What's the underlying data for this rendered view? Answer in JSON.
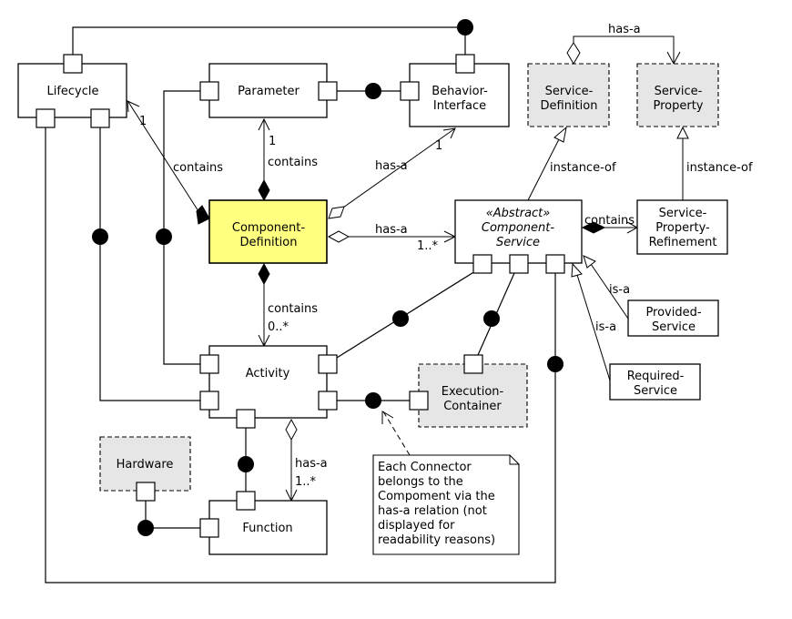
{
  "diagram": {
    "type": "uml-component-metamodel",
    "nodes": {
      "lifecycle": {
        "label": [
          "Lifecycle"
        ],
        "style": "plain"
      },
      "parameter": {
        "label": [
          "Parameter"
        ],
        "style": "plain"
      },
      "behavior_interface": {
        "label": [
          "Behavior-",
          "Interface"
        ],
        "style": "plain"
      },
      "service_definition": {
        "label": [
          "Service-",
          "Definition"
        ],
        "style": "external"
      },
      "service_property": {
        "label": [
          "Service-",
          "Property"
        ],
        "style": "external"
      },
      "component_definition": {
        "label": [
          "Component-",
          "Definition"
        ],
        "style": "highlighted"
      },
      "component_service": {
        "stereotype": "«Abstract»",
        "label": [
          "Component-",
          "Service"
        ],
        "style": "abstract"
      },
      "service_property_refinement": {
        "label": [
          "Service-",
          "Property-",
          "Refinement"
        ],
        "style": "plain"
      },
      "provided_service": {
        "label": [
          "Provided-",
          "Service"
        ],
        "style": "plain"
      },
      "required_service": {
        "label": [
          "Required-",
          "Service"
        ],
        "style": "plain"
      },
      "activity": {
        "label": [
          "Activity"
        ],
        "style": "plain"
      },
      "execution_container": {
        "label": [
          "Execution-",
          "Container"
        ],
        "style": "external"
      },
      "hardware": {
        "label": [
          "Hardware"
        ],
        "style": "external"
      },
      "function": {
        "label": [
          "Function"
        ],
        "style": "plain"
      }
    },
    "relations": {
      "sd_has_sp": {
        "label": "has-a",
        "from": "Service-Definition",
        "to": "Service-Property",
        "kind": "aggregation"
      },
      "cd_contains_lifecycle": {
        "label": "contains",
        "multiplicity": "1",
        "from": "Component-Definition",
        "to": "Lifecycle",
        "kind": "composition"
      },
      "cd_contains_parameter": {
        "label": "contains",
        "multiplicity": "1",
        "from": "Component-Definition",
        "to": "Parameter",
        "kind": "composition"
      },
      "cd_has_bi": {
        "label": "has-a",
        "multiplicity": "1",
        "from": "Component-Definition",
        "to": "Behavior-Interface",
        "kind": "aggregation"
      },
      "cd_has_cs": {
        "label": "has-a",
        "multiplicity": "1..*",
        "from": "Component-Definition",
        "to": "Component-Service",
        "kind": "aggregation"
      },
      "cs_instance_sd": {
        "label": "instance-of",
        "from": "Component-Service",
        "to": "Service-Definition",
        "kind": "generalization"
      },
      "spr_instance_sp": {
        "label": "instance-of",
        "from": "Service-Property-Refinement",
        "to": "Service-Property",
        "kind": "generalization"
      },
      "cs_contains_spr": {
        "label": "contains",
        "from": "Component-Service",
        "to": "Service-Property-Refinement",
        "kind": "composition"
      },
      "ps_isa_cs": {
        "label": "is-a",
        "from": "Provided-Service",
        "to": "Component-Service",
        "kind": "generalization"
      },
      "rs_isa_cs": {
        "label": "is-a",
        "from": "Required-Service",
        "to": "Component-Service",
        "kind": "generalization"
      },
      "cd_contains_activity": {
        "label": "contains",
        "multiplicity": "0..*",
        "from": "Component-Definition",
        "to": "Activity",
        "kind": "composition"
      },
      "activity_has_function": {
        "label": "has-a",
        "multiplicity": "1..*",
        "from": "Activity",
        "to": "Function",
        "kind": "aggregation"
      }
    },
    "note": {
      "lines": [
        "Each Connector",
        "belongs to the",
        "Compoment via the",
        "has-a relation (not",
        "displayed for",
        "readability reasons)"
      ]
    }
  }
}
